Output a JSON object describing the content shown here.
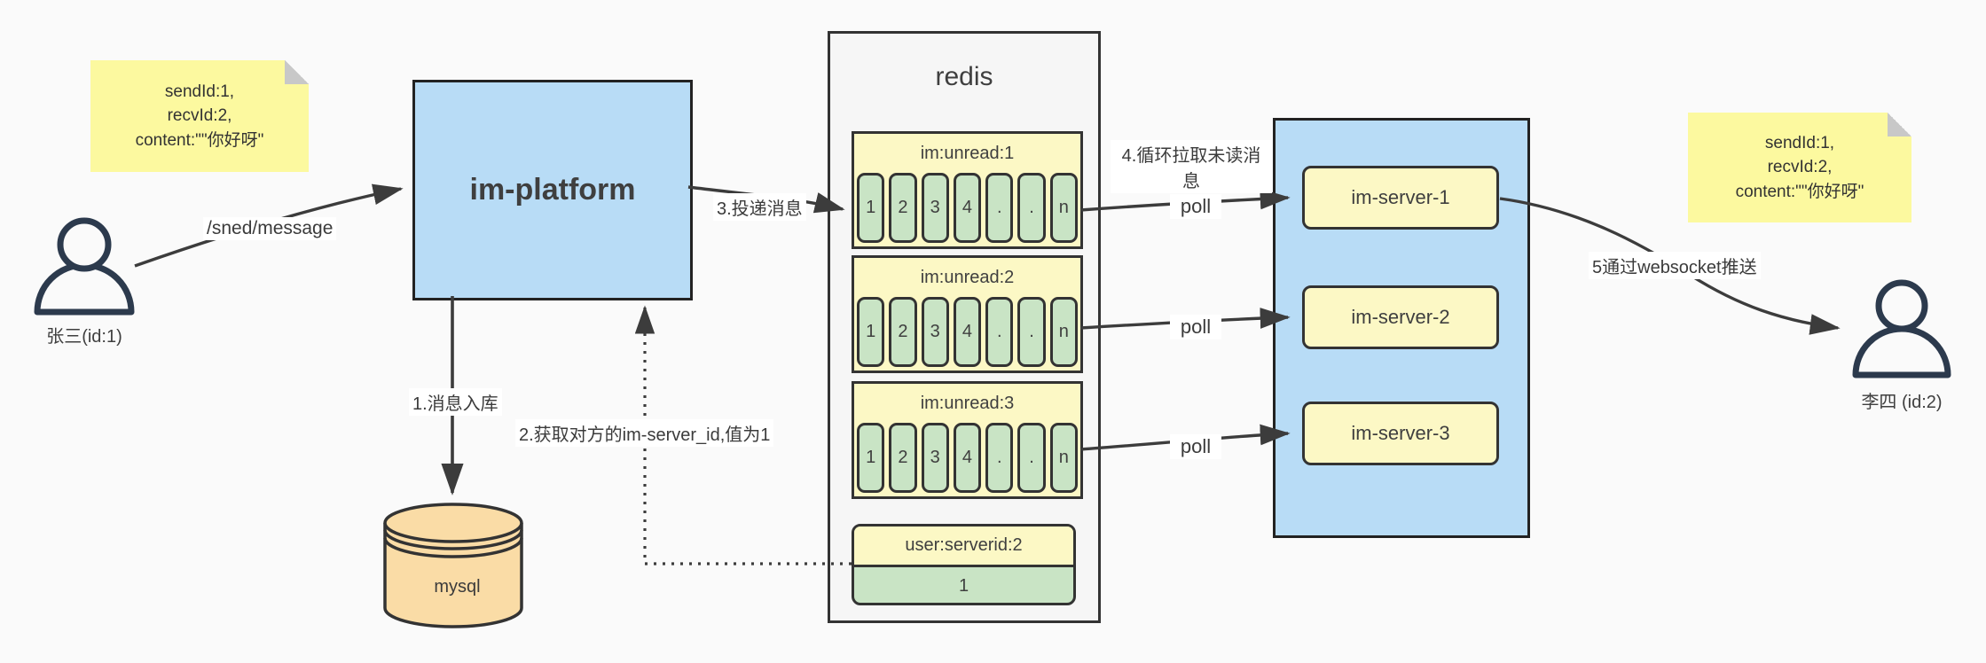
{
  "colors": {
    "canvas": "#FAFAFA",
    "box_blue": "#B8DCF6",
    "sticky_yellow": "#FCF99F",
    "pale_yellow": "#FCF8C5",
    "cell_green": "#C9E4C5",
    "db_tan": "#FADCA6",
    "stroke": "#3C3C3C",
    "person_stroke": "#2C3A4D"
  },
  "notes": {
    "left": "sendId:1,\nrecvId:2,\ncontent:\"\"你好呀\"",
    "right": "sendId:1,\nrecvId:2,\ncontent:\"\"你好呀\""
  },
  "actors": {
    "sender": "张三(id:1)",
    "receiver": "李四 (id:2)"
  },
  "platform": {
    "label": "im-platform"
  },
  "database": {
    "label": "mysql"
  },
  "redis": {
    "title": "redis",
    "queues": [
      {
        "header": "im:unread:1",
        "cells": [
          "1",
          "2",
          "3",
          "4",
          ".",
          ".",
          "n"
        ]
      },
      {
        "header": "im:unread:2",
        "cells": [
          "1",
          "2",
          "3",
          "4",
          ".",
          ".",
          "n"
        ]
      },
      {
        "header": "im:unread:3",
        "cells": [
          "1",
          "2",
          "3",
          "4",
          ".",
          ".",
          "n"
        ]
      }
    ],
    "mapping": {
      "header": "user:serverid:2",
      "value": "1"
    }
  },
  "servers": {
    "items": [
      "im-server-1",
      "im-server-2",
      "im-server-3"
    ]
  },
  "edges": {
    "send": "/sned/message",
    "store": "1.消息入库",
    "fetch": "2.获取对方的im-server_id,值为1",
    "deliver": "3.投递消息",
    "pull": "4.循环拉取未读消息",
    "poll": "poll",
    "push": "5通过websocket推送"
  }
}
